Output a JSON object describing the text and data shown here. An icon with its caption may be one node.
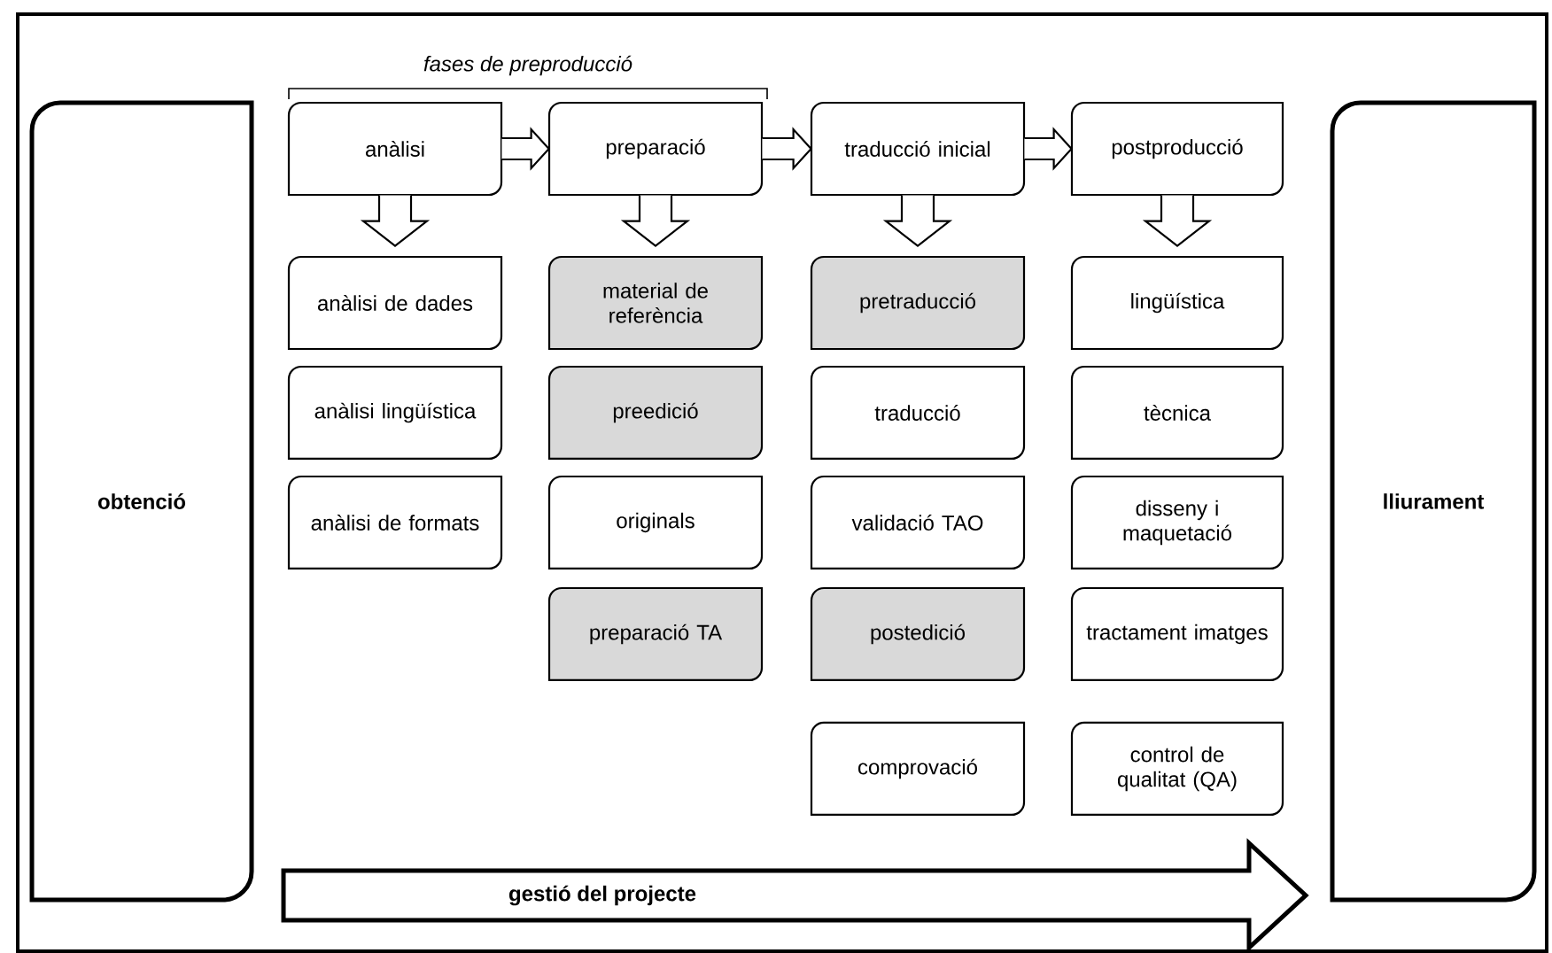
{
  "diagram": {
    "nodes": [
      {
        "text": [
          "obtenció"
        ]
      },
      {
        "text": [
          "anàlisi"
        ]
      },
      {
        "text": [
          "preparació"
        ]
      },
      {
        "text": [
          "traducció inicial"
        ]
      },
      {
        "text": [
          "postproducció"
        ]
      },
      {
        "text": [
          "anàlisi de dades"
        ]
      },
      {
        "text": [
          "anàlisi lingüística"
        ]
      },
      {
        "text": [
          "anàlisi de formats"
        ]
      },
      {
        "text": [
          "material de referència"
        ]
      },
      {
        "text": [
          "preedició"
        ]
      },
      {
        "text": [
          "originals"
        ]
      },
      {
        "text": [
          "preparació TA"
        ]
      },
      {
        "text": [
          "pretraducció"
        ]
      },
      {
        "text": [
          "traducció"
        ]
      },
      {
        "text": [
          "validació TAO"
        ]
      },
      {
        "text": [
          "postedició"
        ]
      },
      {
        "text": [
          "comprovació"
        ]
      },
      {
        "text": [
          "lingüística"
        ]
      },
      {
        "text": [
          "tècnica"
        ]
      },
      {
        "text": [
          "disseny i maquetació"
        ]
      },
      {
        "text": [
          "tractament imatges"
        ]
      },
      {
        "text": [
          "control de qualitat (QA)"
        ]
      },
      {
        "text": [
          "lliurament"
        ]
      },
      {
        "text": [
          "gestió del projecte"
        ]
      }
    ],
    "edges": [
      {
        "from": 1,
        "to": 2,
        "arrow": "to"
      },
      {
        "from": 2,
        "to": 3,
        "arrow": "to"
      },
      {
        "from": 3,
        "to": 4,
        "arrow": "to"
      },
      {
        "from": 1,
        "to": 5,
        "arrow": "to"
      },
      {
        "from": 2,
        "to": 8,
        "arrow": "to"
      },
      {
        "from": 3,
        "to": 12,
        "arrow": "to"
      },
      {
        "from": 4,
        "to": 17,
        "arrow": "to"
      }
    ],
    "labels": [
      "fases de preproducció"
    ]
  }
}
